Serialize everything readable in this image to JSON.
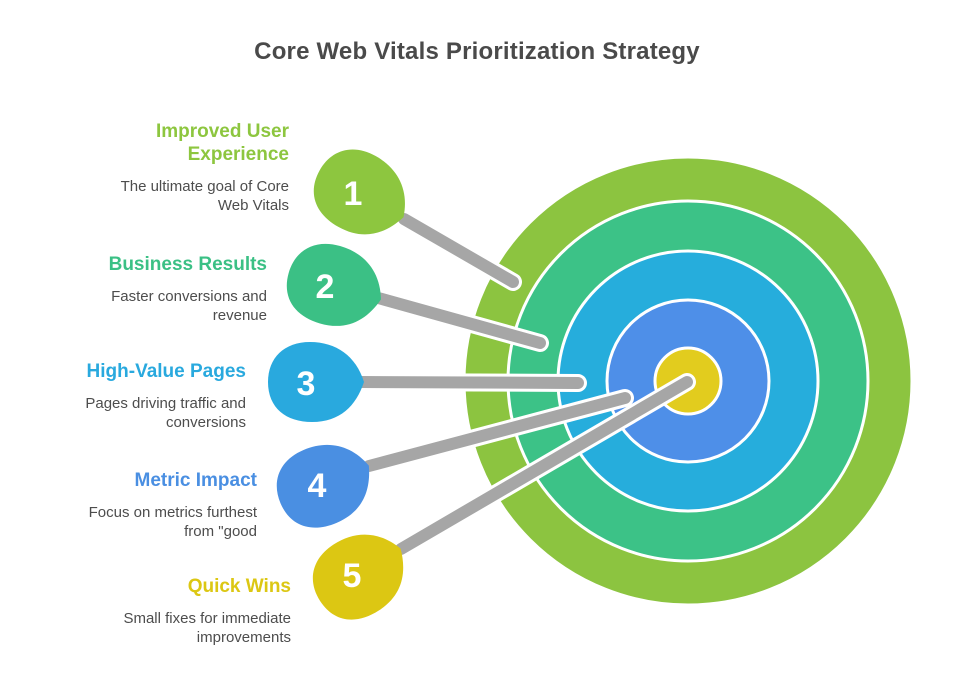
{
  "title": "Core Web Vitals Prioritization Strategy",
  "items": [
    {
      "number": "1",
      "title": "Improved User Experience",
      "description": "The ultimate goal of Core Web Vitals",
      "color": "#8DC63F",
      "points_to": "outer-ring"
    },
    {
      "number": "2",
      "title": "Business Results",
      "description": "Faster conversions and revenue",
      "color": "#3BC085",
      "points_to": "ring-2"
    },
    {
      "number": "3",
      "title": "High-Value Pages",
      "description": "Pages driving traffic and conversions",
      "color": "#29A9DE",
      "points_to": "ring-3"
    },
    {
      "number": "4",
      "title": "Metric Impact",
      "description": "Focus on metrics furthest from \"good",
      "color": "#4A8FE2",
      "points_to": "ring-4"
    },
    {
      "number": "5",
      "title": "Quick Wins",
      "description": "Small fixes for immediate improvements",
      "color": "#DCC713",
      "points_to": "bullseye"
    }
  ],
  "target": {
    "rings": [
      {
        "color": "#8CC440"
      },
      {
        "color": "#3CC287"
      },
      {
        "color": "#26ADDC"
      },
      {
        "color": "#4E8FE8"
      },
      {
        "color": "#E2CC1E"
      }
    ]
  },
  "connector": {
    "color": "#A6A6A6"
  },
  "text_colors": {
    "title": "#4A4A4A",
    "description": "#4D4D4D"
  }
}
